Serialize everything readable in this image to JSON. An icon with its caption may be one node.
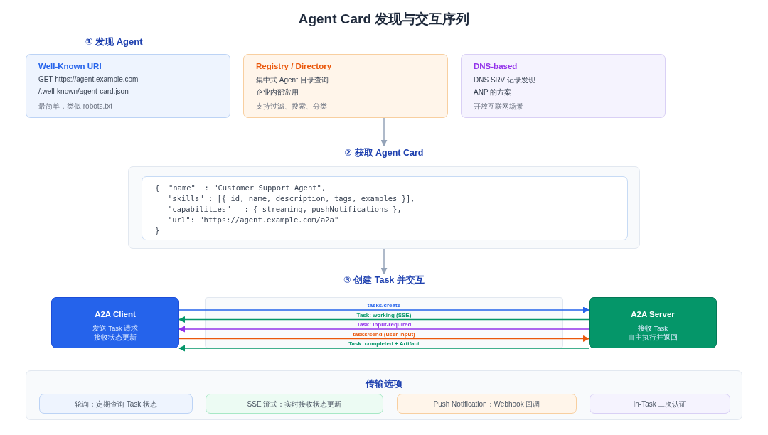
{
  "diagram": {
    "title": "Agent Card 发现与交互序列",
    "nodes": [
      {
        "text": [
          "Well-Known URI",
          "GET https://agent.example.com",
          "/.well-known/agent-card.json",
          "最简单，类似 robots.txt"
        ]
      },
      {
        "text": [
          "Registry / Directory",
          "集中式 Agent 目录查询",
          "企业内部常用",
          "支持过滤、搜索、分类"
        ]
      },
      {
        "text": [
          "DNS-based",
          "DNS SRV 记录发现",
          "ANP 的方案",
          "开放互联网场景"
        ]
      },
      {
        "text": [
          "② 获取 Agent Card"
        ]
      },
      {
        "text": [
          "{  \"name\"  : \"Customer Support Agent\",",
          "\"skills\" : [{ id, name, description, tags, examples }],",
          "\"capabilities\"   : { streaming, pushNotifications },",
          "\"url\": \"https://agent.example.com/a2a\"",
          "}"
        ],
        "in": 3
      },
      {
        "text": [
          "③ 创建 Task 并交互"
        ]
      },
      {
        "text": [
          "A2A Client",
          "发送 Task 请求",
          "接收状态更新"
        ]
      },
      {
        "text": [
          "A2A Server",
          "接收 Task",
          "自主执行并返回"
        ]
      },
      {
        "text": [
          "传输选项"
        ]
      },
      {
        "text": [
          "轮询：定期查询 Task 状态"
        ],
        "in": 8
      },
      {
        "text": [
          "SSE 流式：实时接收状态更新"
        ],
        "in": 8
      },
      {
        "text": [
          "Push Notification：Webhook 回调"
        ],
        "in": 8
      },
      {
        "text": [
          "In-Task 二次认证"
        ],
        "in": 8
      }
    ],
    "edges": [
      {
        "from": 1,
        "to": 3,
        "arrow": "to"
      },
      {
        "from": 3,
        "to": 5,
        "arrow": "to"
      },
      {
        "from": 6,
        "to": 7,
        "arrow": "to",
        "label": "tasks/create",
        "color": "#2563eb"
      },
      {
        "from": 7,
        "to": 6,
        "arrow": "to",
        "label": "Task: working (SSE)",
        "color": "#059669"
      },
      {
        "from": 7,
        "to": 6,
        "arrow": "to",
        "label": "Task: input-required",
        "color": "#9333ea"
      },
      {
        "from": 6,
        "to": 7,
        "arrow": "to",
        "label": "tasks/send (user input)",
        "color": "#ea580c"
      },
      {
        "from": 7,
        "to": 6,
        "arrow": "to",
        "label": "Task: completed + Artifact",
        "color": "#059669"
      }
    ],
    "labels": [
      "① 发现 Agent"
    ]
  }
}
